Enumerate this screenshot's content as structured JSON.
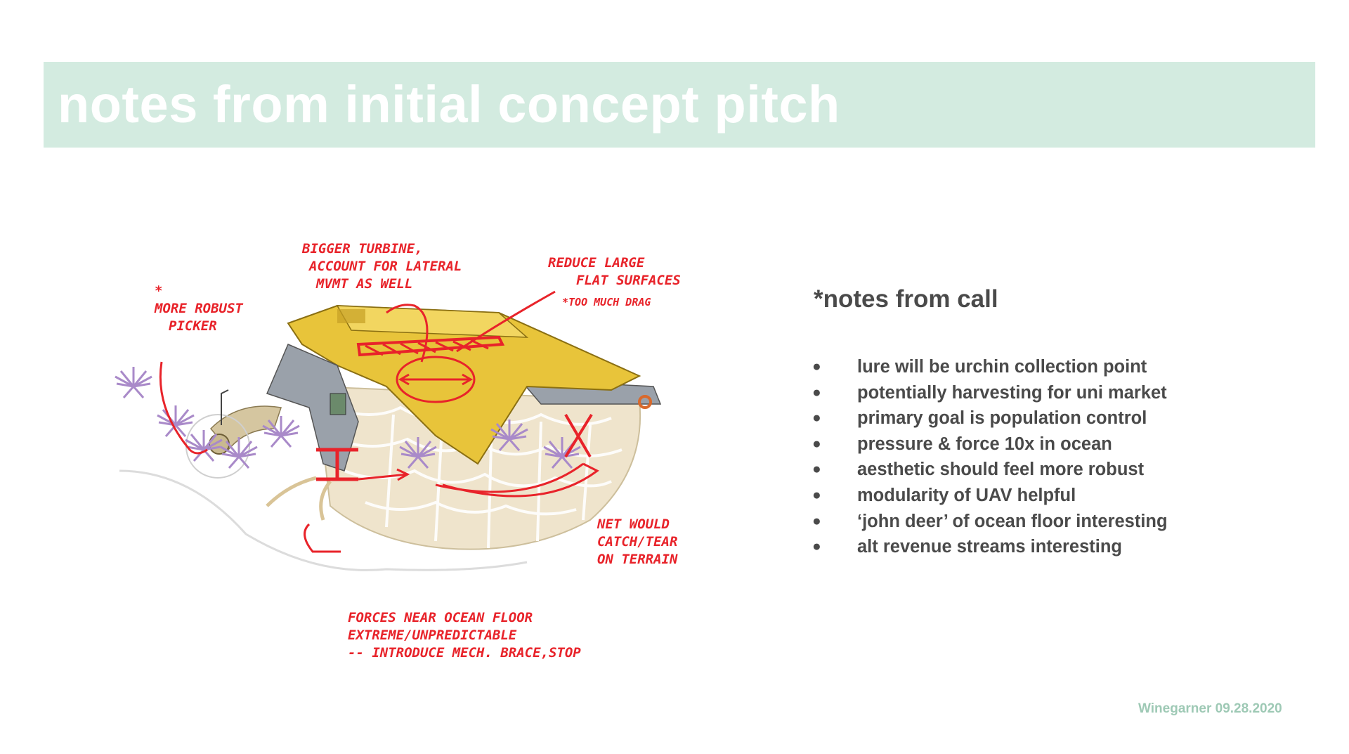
{
  "slide": {
    "title": "notes from initial concept pitch",
    "footer": "Winegarner 09.28.2020"
  },
  "notes": {
    "heading": "*notes from call",
    "items": [
      "lure will be urchin collection point",
      "potentially harvesting for uni market",
      "primary goal is population control",
      "pressure & force 10x in ocean",
      "aesthetic should feel more robust",
      "modularity of UAV helpful",
      "‘john deer’ of ocean floor interesting",
      "alt revenue streams interesting"
    ]
  },
  "sketch_annotations": {
    "picker_note": [
      "*",
      "MORE ROBUST",
      "PICKER"
    ],
    "turbine_note": [
      "BIGGER TURBINE,",
      "ACCOUNT FOR LATERAL",
      "MVMT AS WELL"
    ],
    "surfaces_note": [
      "REDUCE LARGE",
      "FLAT SURFACES",
      "*TOO MUCH DRAG"
    ],
    "net_note": [
      "NET WOULD",
      "CATCH/TEAR",
      "ON TERRAIN"
    ],
    "forces_note": [
      "FORCES NEAR OCEAN FLOOR",
      "EXTREME/UNPREDICTABLE",
      "-- INTRODUCE MECH. BRACE,STOP"
    ]
  },
  "colors": {
    "title_bar": "#d3ebe0",
    "annotation_red": "#e8232a",
    "body_yellow": "#e8c43a",
    "urchin_purple": "#a98ac9",
    "net_beige": "#efe4cc"
  }
}
